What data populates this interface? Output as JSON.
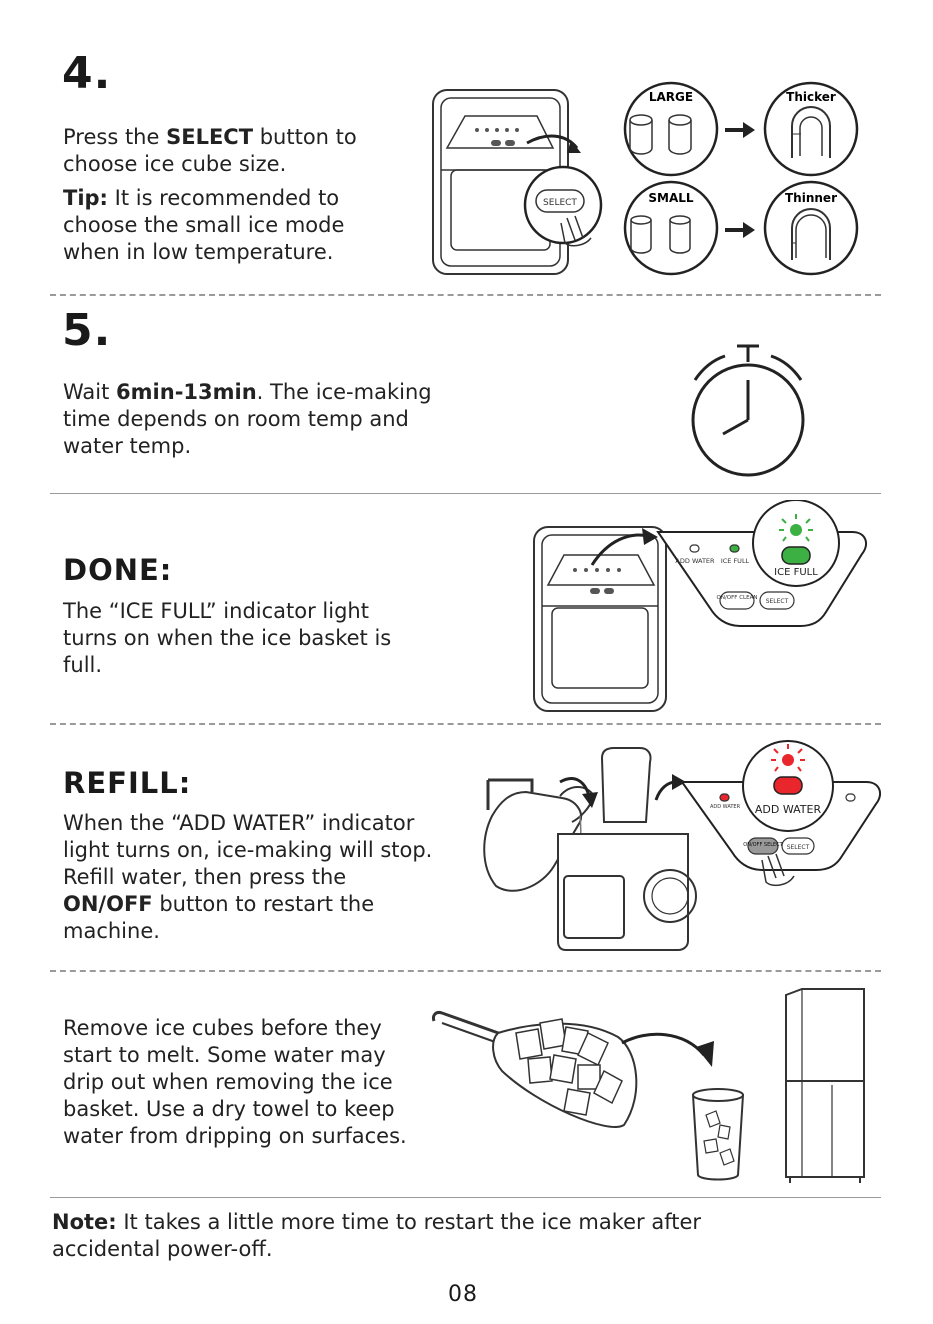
{
  "step4": {
    "number": "4.",
    "text_pre": "Press the ",
    "text_bold": "SELECT",
    "text_post": " button to choose ice cube size.",
    "tip_label": "Tip:",
    "tip_text": " It is recommended to choose the small ice mode when in low temperature.",
    "large_label": "LARGE",
    "small_label": "SMALL",
    "thicker_label": "Thicker",
    "thinner_label": "Thinner",
    "select_button": "SELECT"
  },
  "step5": {
    "number": "5.",
    "text_pre": "Wait ",
    "text_bold": "6min-13min",
    "text_post": ". The ice-making time depends on room temp and water temp."
  },
  "done": {
    "heading": "DONE:",
    "text": "The “ICE FULL” indicator light turns on when the ice basket is full.",
    "add_water": "ADD WATER",
    "ice_full": "ICE FULL",
    "ice_full_big": "ICE FULL",
    "on_off_clean": "ON/OFF CLEAN",
    "select": "SELECT",
    "indicator_color": "#3cb043"
  },
  "refill": {
    "heading": "REFILL:",
    "text_pre": "When the “ADD WATER” indicator light turns on, ice-making will stop. Refill water, then press the ",
    "text_bold": "ON/OFF",
    "text_post": " button to restart the machine.",
    "add_water_small": "ADD WATER",
    "add_water_big": "ADD WATER",
    "on_off": "ON/OFF SELECT",
    "select": "SELECT",
    "indicator_color": "#e8262b"
  },
  "remove": {
    "text": "Remove ice cubes before they start to melt. Some water may drip out when removing the ice basket. Use a dry towel to keep water from dripping on surfaces."
  },
  "note": {
    "label": "Note:",
    "text": " It takes a little more time to restart the ice maker after accidental power-off."
  },
  "page_number": "08"
}
